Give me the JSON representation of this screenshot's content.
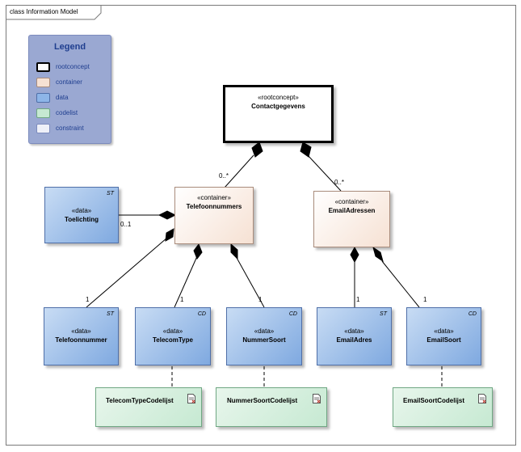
{
  "frame": {
    "title": "class Information Model"
  },
  "legend": {
    "title": "Legend",
    "items": [
      {
        "label": "rootconcept",
        "color": "#ffffff",
        "border": "#000000"
      },
      {
        "label": "container",
        "color": "#f6e1d3",
        "border": "#a98c7c"
      },
      {
        "label": "data",
        "color": "#8db5e8",
        "border": "#4f6fa8"
      },
      {
        "label": "codelist",
        "color": "#c6e9d2",
        "border": "#6fa783"
      },
      {
        "label": "constraint",
        "color": "#eef0f8",
        "border": "#7c8bbd"
      }
    ]
  },
  "classes": {
    "contactgegevens": {
      "stereotype": "«rootconcept»",
      "name": "Contactgegevens"
    },
    "telefoonnummers": {
      "stereotype": "«container»",
      "name": "Telefoonnummers"
    },
    "emailadressen": {
      "stereotype": "«container»",
      "name": "EmailAdressen"
    },
    "toelichting": {
      "stereotype": "«data»",
      "name": "Toelichting",
      "tag": "ST"
    },
    "telefoonnummer": {
      "stereotype": "«data»",
      "name": "Telefoonnummer",
      "tag": "ST"
    },
    "telecomtype": {
      "stereotype": "«data»",
      "name": "TelecomType",
      "tag": "CD"
    },
    "nummersoort": {
      "stereotype": "«data»",
      "name": "NummerSoort",
      "tag": "CD"
    },
    "emailadres": {
      "stereotype": "«data»",
      "name": "EmailAdres",
      "tag": "ST"
    },
    "emailsoort": {
      "stereotype": "«data»",
      "name": "EmailSoort",
      "tag": "CD"
    }
  },
  "codelists": {
    "telecomtype": {
      "name": "TelecomTypeCodelijst",
      "icon": "document-icon"
    },
    "nummersoort": {
      "name": "NummerSoortCodelijst",
      "icon": "document-icon"
    },
    "emailsoort": {
      "name": "EmailSoortCodelijst",
      "icon": "document-icon"
    }
  },
  "multiplicities": {
    "telefoonnummers": "0..*",
    "emailadressen": "0..*",
    "toelichting": "0..1",
    "telefoonnummer": "1",
    "telecomtype": "1",
    "nummersoort": "1",
    "emailadres": "1",
    "emailsoort": "1"
  },
  "colors": {
    "data": "#8db5e8",
    "container": "#f6e1d3",
    "rootconcept": "#ffffff",
    "codelist": "#c6e9d2",
    "legend_bg": "#9aa8d2",
    "legend_text": "#1f3e8f"
  }
}
